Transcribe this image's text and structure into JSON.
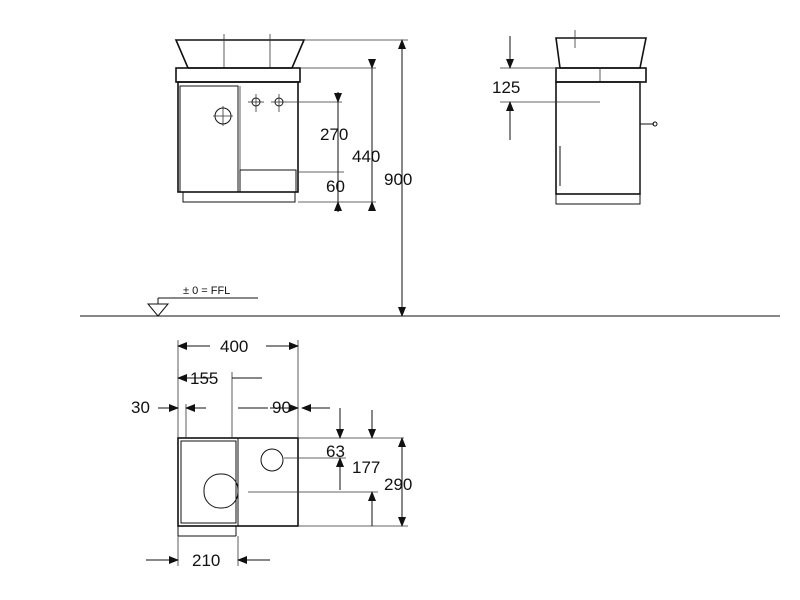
{
  "front_view": {
    "dim_270": "270",
    "dim_440": "440",
    "dim_60": "60",
    "dim_900": "900"
  },
  "side_view": {
    "dim_125": "125"
  },
  "floor": {
    "ffl_label": "± 0 = FFL"
  },
  "plan_view": {
    "dim_400": "400",
    "dim_155": "155",
    "dim_30": "30",
    "dim_90": "90",
    "dim_63": "63",
    "dim_177": "177",
    "dim_290": "290",
    "dim_210": "210"
  }
}
